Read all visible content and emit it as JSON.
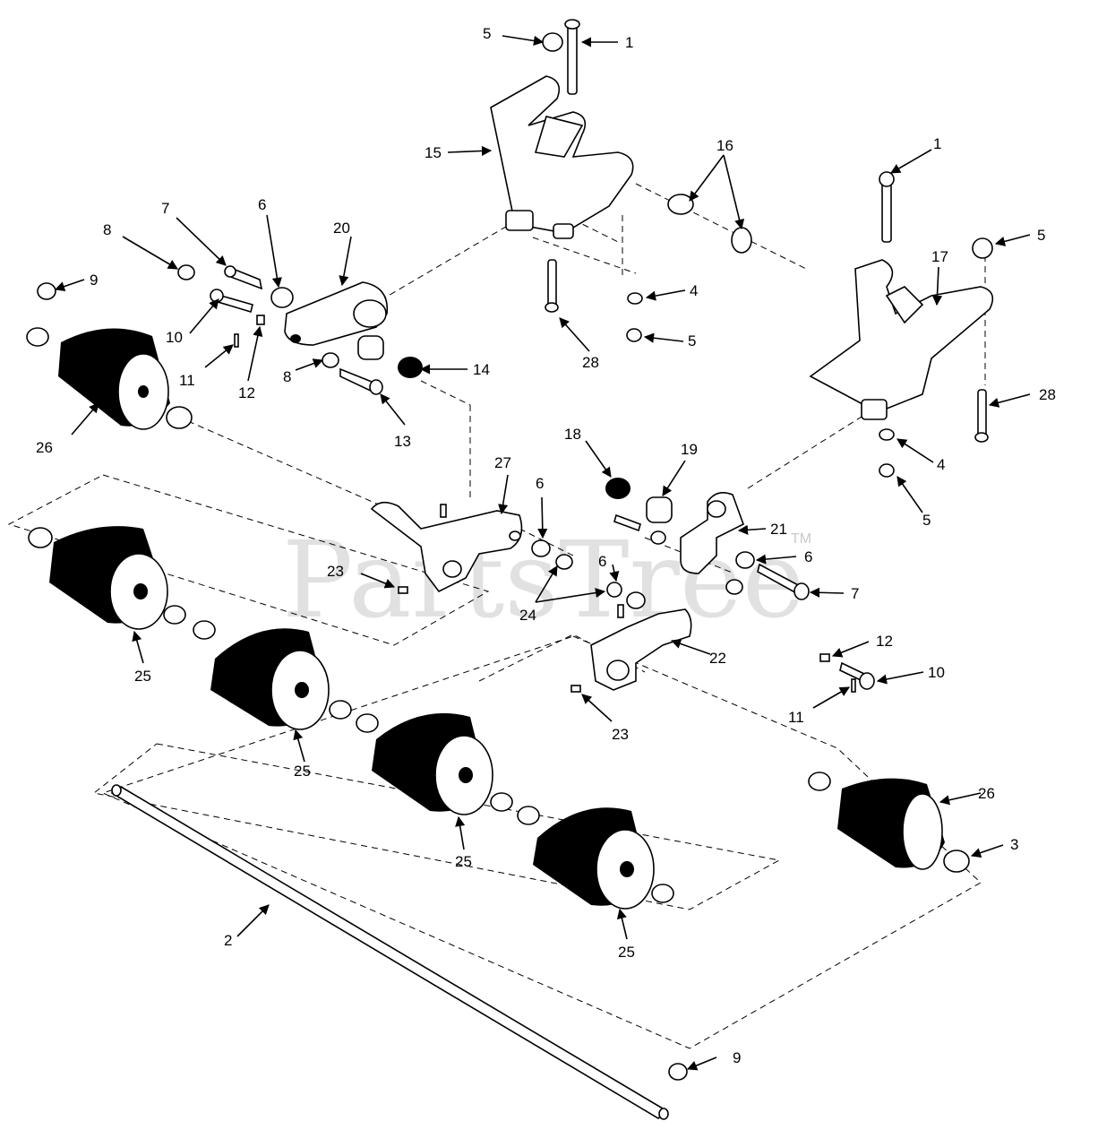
{
  "watermark": {
    "text": "PartsTree",
    "tm": "TM"
  },
  "callouts": [
    {
      "n": "1"
    },
    {
      "n": "1"
    },
    {
      "n": "2"
    },
    {
      "n": "3"
    },
    {
      "n": "4"
    },
    {
      "n": "4"
    },
    {
      "n": "5"
    },
    {
      "n": "5"
    },
    {
      "n": "5"
    },
    {
      "n": "5"
    },
    {
      "n": "6"
    },
    {
      "n": "6"
    },
    {
      "n": "6"
    },
    {
      "n": "6"
    },
    {
      "n": "7"
    },
    {
      "n": "7"
    },
    {
      "n": "8"
    },
    {
      "n": "8"
    },
    {
      "n": "9"
    },
    {
      "n": "9"
    },
    {
      "n": "10"
    },
    {
      "n": "10"
    },
    {
      "n": "11"
    },
    {
      "n": "11"
    },
    {
      "n": "12"
    },
    {
      "n": "12"
    },
    {
      "n": "13"
    },
    {
      "n": "14"
    },
    {
      "n": "15"
    },
    {
      "n": "16"
    },
    {
      "n": "17"
    },
    {
      "n": "18"
    },
    {
      "n": "19"
    },
    {
      "n": "20"
    },
    {
      "n": "21"
    },
    {
      "n": "22"
    },
    {
      "n": "23"
    },
    {
      "n": "23"
    },
    {
      "n": "24"
    },
    {
      "n": "25"
    },
    {
      "n": "25"
    },
    {
      "n": "25"
    },
    {
      "n": "25"
    },
    {
      "n": "26"
    },
    {
      "n": "26"
    },
    {
      "n": "27"
    },
    {
      "n": "28"
    },
    {
      "n": "28"
    }
  ]
}
